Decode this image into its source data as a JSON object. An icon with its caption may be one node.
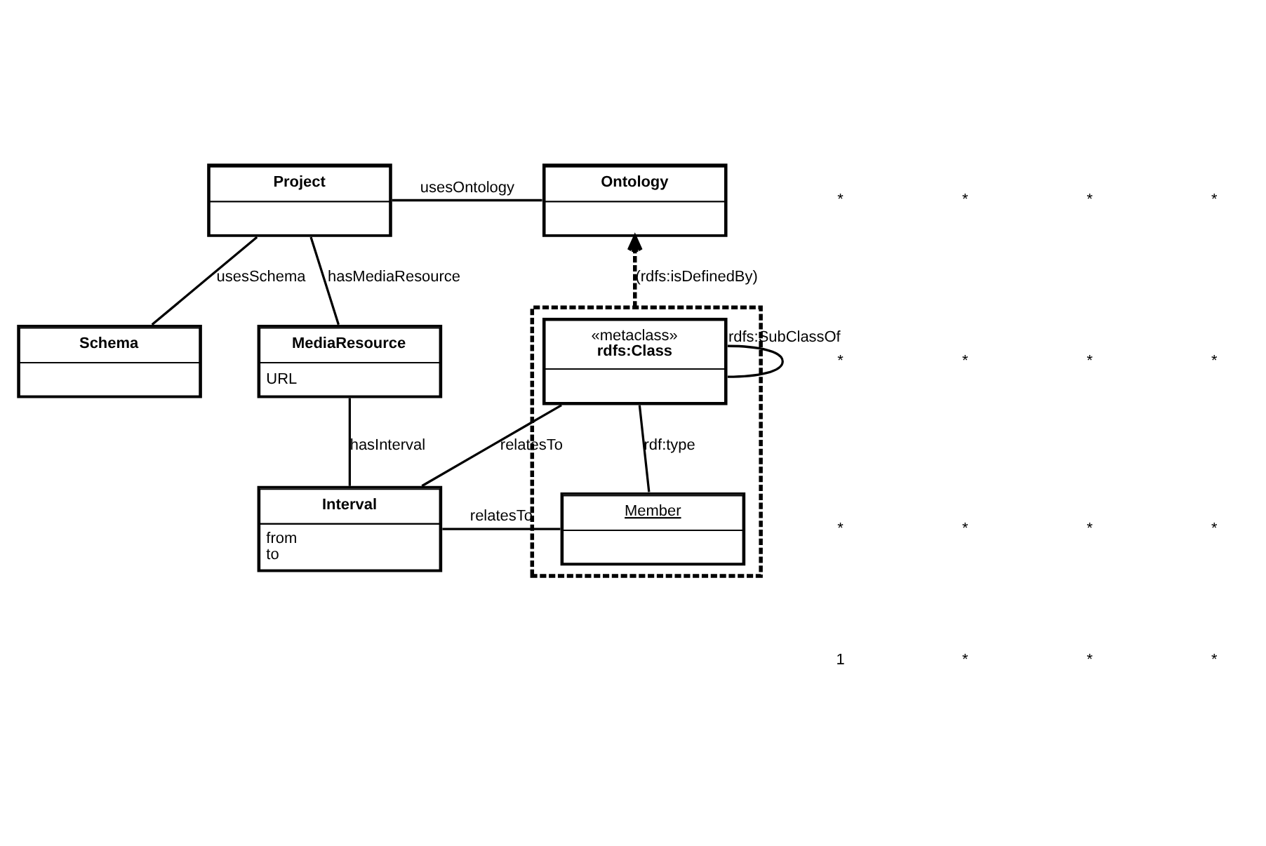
{
  "diagram": {
    "nodes": [
      {
        "text": [
          "Project"
        ]
      },
      {
        "text": [
          "Ontology"
        ]
      },
      {
        "text": [
          "Schema"
        ]
      },
      {
        "text": [],
        "shape": "box"
      },
      {
        "text": [
          "«metaclass»",
          "rdfs:Class"
        ],
        "in": 3
      },
      {
        "text": [
          "Member"
        ],
        "in": 3
      },
      {
        "text": [
          "MediaResource",
          "URL"
        ]
      },
      {
        "text": [
          "Interval",
          "from",
          "to"
        ]
      }
    ],
    "edges": [
      {
        "from": 0,
        "to": 1,
        "arrow": "none",
        "label": "usesOntology"
      },
      {
        "from": 0,
        "to": 2,
        "arrow": "none",
        "label": "usesSchema"
      },
      {
        "from": 0,
        "to": 6,
        "arrow": "none",
        "label": "hasMediaResource"
      },
      {
        "from": 3,
        "to": 1,
        "arrow": "to",
        "label": "(rdfs:isDefinedBy)",
        "style": "dashed"
      },
      {
        "from": 4,
        "to": 4,
        "arrow": "none",
        "label": "rdfs:SubClassOf"
      },
      {
        "from": 4,
        "to": 7,
        "arrow": "none",
        "label": "relatesTo"
      },
      {
        "from": 4,
        "to": 5,
        "arrow": "none",
        "label": "rdf:type"
      },
      {
        "from": 6,
        "to": 7,
        "arrow": "none",
        "label": "hasInterval"
      },
      {
        "from": 7,
        "to": 5,
        "arrow": "none",
        "label": "relatesTo"
      }
    ],
    "labels": [
      "*",
      "*",
      "*",
      "*",
      "*",
      "*",
      "*",
      "*",
      "*",
      "*",
      "*",
      "*",
      "1",
      "*",
      "*",
      "*"
    ]
  }
}
